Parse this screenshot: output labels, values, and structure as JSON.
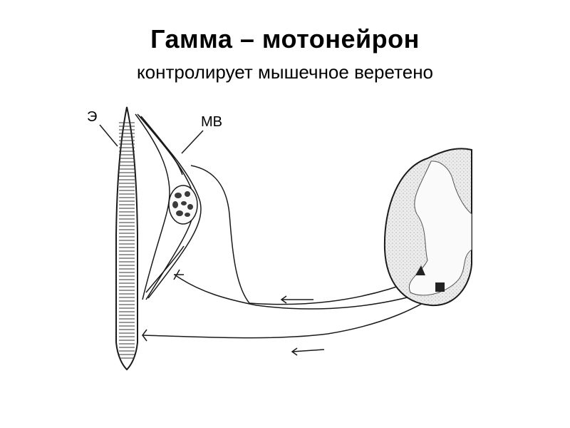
{
  "slide": {
    "title": "Гамма – мотонейрон",
    "subtitle": "контролирует мышечное веретено"
  },
  "diagram": {
    "labels": {
      "extrafusal": "Э",
      "spindle": "МВ"
    }
  },
  "colors": {
    "ink": "#1a1a1a",
    "cord_fill": "#e6e6e6",
    "grey_matter": "#f7f7f7"
  }
}
